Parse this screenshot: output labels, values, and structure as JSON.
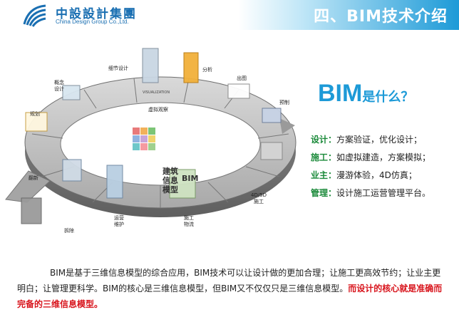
{
  "header": {
    "logo_cn": "中設設計集團",
    "logo_en": "China Design Group Co.,Ltd.",
    "title": "四、BIM技术介绍"
  },
  "diagram": {
    "center_line1": "建筑",
    "center_line2": "信息",
    "center_bim": "BIM",
    "center_line3": "模型",
    "labels": {
      "detail_design": "细节设计",
      "concept_design": "概念\n设计",
      "planning": "规划",
      "renovation": "翻新",
      "demolition": "拆除",
      "operation": "运营\n维护",
      "construction_logistics": "施工\n物流",
      "four_d": "4D/5D\n施工",
      "prefab": "预制",
      "drawing": "出图",
      "analysis": "分析",
      "visualization": "VISUALIZATION",
      "virtual_view": "虚拟观察"
    }
  },
  "right_panel": {
    "bim": "BIM",
    "question": "是什么？",
    "items": [
      {
        "key": "设计：",
        "value": "方案验证，优化设计；"
      },
      {
        "key": "施工：",
        "value": "如虚拟建造，方案模拟；"
      },
      {
        "key": "业主：",
        "value": "漫游体验，4D仿真；"
      },
      {
        "key": "管理：",
        "value": "设计施工运营管理平台。"
      }
    ]
  },
  "paragraph": {
    "normal": "BIM是基于三维信息模型的综合应用，BIM技术可以让设计做的更加合理；让施工更高效节约；让业主更明白；让管理更科学。BIM的核心是三维信息模型，但BIM又不仅仅只是三维信息模型。",
    "emphasis": "而设计的核心就是准确而完备的三维信息模型。"
  },
  "colors": {
    "brand_blue": "#1d9ad7",
    "logo_blue": "#1a6fb2",
    "key_green": "#1b8a3a",
    "emphasis_red": "#d8141c"
  }
}
